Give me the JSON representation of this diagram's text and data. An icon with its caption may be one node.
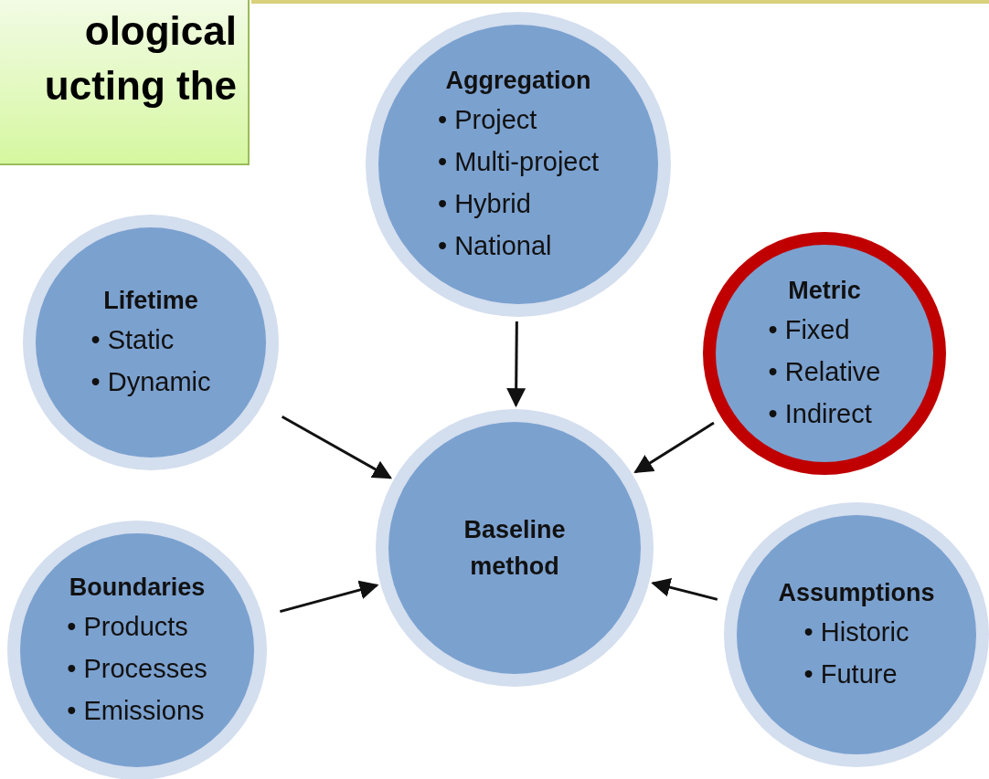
{
  "diagram": {
    "nodes": [
      {
        "text": [
          "ological ucting the"
        ]
      },
      {
        "text": [
          "Aggregation",
          "• Project",
          "• Multi-project",
          "• Hybrid",
          "• National"
        ]
      },
      {
        "text": [
          "Lifetime",
          "• Static",
          "• Dynamic"
        ]
      },
      {
        "text": [
          "Metric",
          "• Fixed",
          "• Relative",
          "• Indirect"
        ]
      },
      {
        "text": [
          "Baseline method"
        ]
      },
      {
        "text": [
          "Boundaries",
          "• Products",
          "• Processes",
          "• Emissions"
        ]
      },
      {
        "text": [
          "Assumptions",
          "• Historic",
          "• Future"
        ]
      }
    ],
    "edges": [
      {
        "from": 1,
        "to": 4,
        "arrow": "to"
      },
      {
        "from": 2,
        "to": 4,
        "arrow": "to"
      },
      {
        "from": 3,
        "to": 4,
        "arrow": "to"
      },
      {
        "from": 5,
        "to": 4,
        "arrow": "to"
      },
      {
        "from": 6,
        "to": 4,
        "arrow": "to"
      }
    ]
  }
}
